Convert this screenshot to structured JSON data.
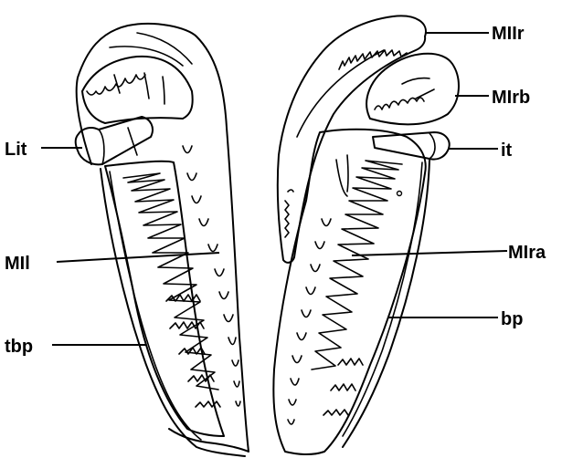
{
  "labels": {
    "left": [
      "Lit",
      "MIl",
      "tbp"
    ],
    "right": [
      "MIIr",
      "MIrb",
      "it",
      "MIra",
      "bp"
    ]
  }
}
